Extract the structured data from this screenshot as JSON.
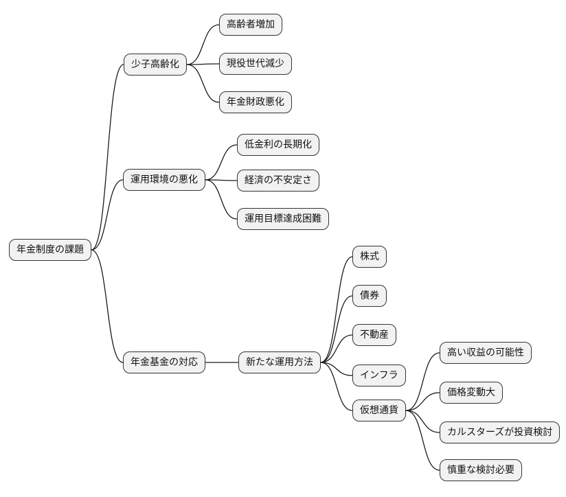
{
  "diagram": {
    "title": "年金制度の課題 mindmap",
    "colors": {
      "node_fill": "#f2f2f2",
      "node_border": "#333333",
      "edge_color": "#1a1a1a",
      "text": "#111111",
      "background": "#ffffff"
    },
    "nodes": [
      {
        "id": "root",
        "label": "年金制度の課題"
      },
      {
        "id": "aging",
        "label": "少子高齢化"
      },
      {
        "id": "elderly",
        "label": "高齢者増加"
      },
      {
        "id": "working",
        "label": "現役世代減少"
      },
      {
        "id": "finance",
        "label": "年金財政悪化"
      },
      {
        "id": "env",
        "label": "運用環境の悪化"
      },
      {
        "id": "lowinterest",
        "label": "低金利の長期化"
      },
      {
        "id": "economy",
        "label": "経済の不安定さ"
      },
      {
        "id": "target",
        "label": "運用目標達成困難"
      },
      {
        "id": "response",
        "label": "年金基金の対応"
      },
      {
        "id": "newmethods",
        "label": "新たな運用方法"
      },
      {
        "id": "stocks",
        "label": "株式"
      },
      {
        "id": "bonds",
        "label": "債券"
      },
      {
        "id": "realestate",
        "label": "不動産"
      },
      {
        "id": "infra",
        "label": "インフラ"
      },
      {
        "id": "crypto",
        "label": "仮想通貨"
      },
      {
        "id": "highreturn",
        "label": "高い収益の可能性"
      },
      {
        "id": "volatility",
        "label": "価格変動大"
      },
      {
        "id": "calstrs",
        "label": "カルスターズが投資検討"
      },
      {
        "id": "careful",
        "label": "慎重な検討必要"
      }
    ],
    "edges": [
      {
        "from": "root",
        "to": "aging"
      },
      {
        "from": "root",
        "to": "env"
      },
      {
        "from": "root",
        "to": "response"
      },
      {
        "from": "aging",
        "to": "elderly"
      },
      {
        "from": "aging",
        "to": "working"
      },
      {
        "from": "aging",
        "to": "finance"
      },
      {
        "from": "env",
        "to": "lowinterest"
      },
      {
        "from": "env",
        "to": "economy"
      },
      {
        "from": "env",
        "to": "target"
      },
      {
        "from": "response",
        "to": "newmethods"
      },
      {
        "from": "newmethods",
        "to": "stocks"
      },
      {
        "from": "newmethods",
        "to": "bonds"
      },
      {
        "from": "newmethods",
        "to": "realestate"
      },
      {
        "from": "newmethods",
        "to": "infra"
      },
      {
        "from": "newmethods",
        "to": "crypto"
      },
      {
        "from": "crypto",
        "to": "highreturn"
      },
      {
        "from": "crypto",
        "to": "volatility"
      },
      {
        "from": "crypto",
        "to": "calstrs"
      },
      {
        "from": "crypto",
        "to": "careful"
      }
    ]
  }
}
